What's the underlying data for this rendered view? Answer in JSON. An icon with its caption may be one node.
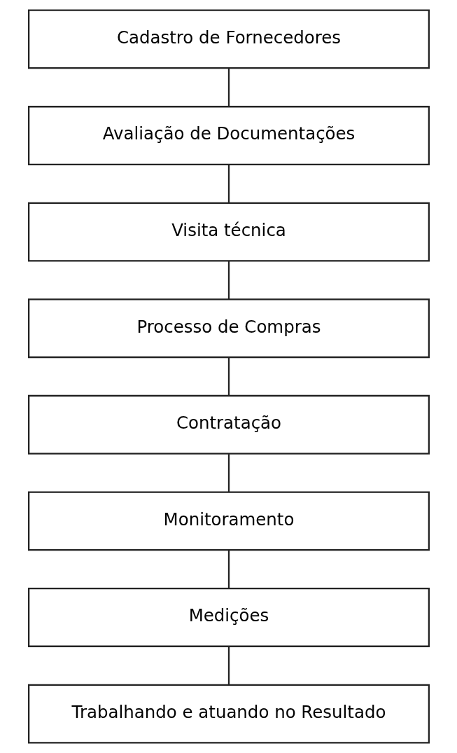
{
  "diagram": {
    "nodes": [
      {
        "text": [
          "Cadastro de Fornecedores"
        ]
      },
      {
        "text": [
          "Avaliação de Documentações"
        ]
      },
      {
        "text": [
          "Visita técnica"
        ]
      },
      {
        "text": [
          "Processo de Compras"
        ]
      },
      {
        "text": [
          "Contratação"
        ]
      },
      {
        "text": [
          "Monitoramento"
        ]
      },
      {
        "text": [
          "Medições"
        ]
      },
      {
        "text": [
          "Trabalhando e atuando no Resultado"
        ]
      }
    ],
    "edges": [
      {
        "from": 0,
        "to": 1,
        "arrow": "none"
      },
      {
        "from": 1,
        "to": 2,
        "arrow": "none"
      },
      {
        "from": 2,
        "to": 3,
        "arrow": "none"
      },
      {
        "from": 3,
        "to": 4,
        "arrow": "none"
      },
      {
        "from": 4,
        "to": 5,
        "arrow": "none"
      },
      {
        "from": 5,
        "to": 6,
        "arrow": "none"
      },
      {
        "from": 6,
        "to": 7,
        "arrow": "none"
      }
    ]
  }
}
